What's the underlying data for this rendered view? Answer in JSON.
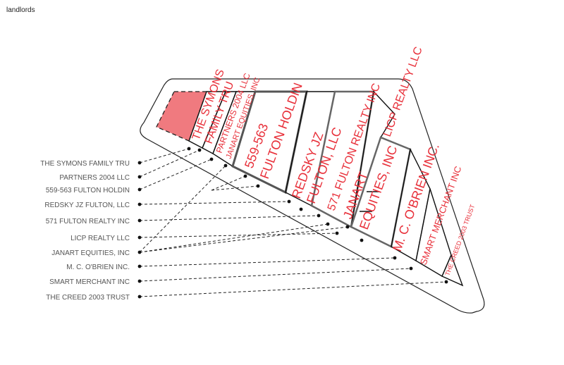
{
  "title": "landlords",
  "colors": {
    "accent_red": "#e8303a",
    "highlight_fill": "#f07a7f",
    "label_gray": "#555555"
  },
  "landlords": [
    {
      "legend": "THE SYMONS FAMILY TRU",
      "plot_lines": [
        "THE SYMONS",
        "FAMILY TRU"
      ]
    },
    {
      "legend": "PARTNERS 2004 LLC",
      "plot_lines": [
        "PARTNERS 2004 LLC"
      ]
    },
    {
      "legend": "559-563 FULTON HOLDIN",
      "plot_lines": [
        "559-563",
        "FULTON HOLDIN"
      ]
    },
    {
      "legend": "REDSKY JZ FULTON, LLC",
      "plot_lines": [
        "REDSKY JZ",
        "FULTON, LLC"
      ]
    },
    {
      "legend": "571 FULTON REALTY INC",
      "plot_lines": [
        "571 FULTON REALTY INC"
      ]
    },
    {
      "legend": "LICP REALTY LLC",
      "plot_lines": [
        "LICP REALTY LLC"
      ]
    },
    {
      "legend": "JANART EQUITIES, INC",
      "plot_lines": [
        "JANART",
        "EQUITIES, INC"
      ],
      "extra_plot_line": "JANART EQUITIES, INC"
    },
    {
      "legend": "M. C. O'BRIEN INC.",
      "plot_lines": [
        "M. C. O'BRIEN INC."
      ]
    },
    {
      "legend": "SMART MERCHANT INC",
      "plot_lines": [
        "SMART MERCHANT INC"
      ]
    },
    {
      "legend": "THE CREED 2003 TRUST",
      "plot_lines": [
        "THE CREED 2003 TRUST"
      ]
    }
  ]
}
